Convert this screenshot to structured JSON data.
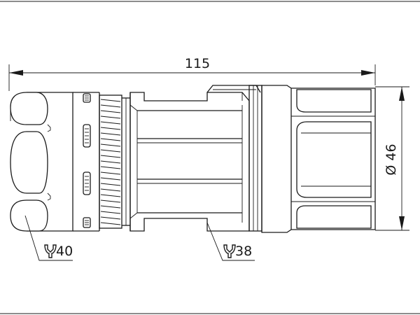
{
  "dimensions": {
    "overall_length": "115",
    "diameter": "Ø 46"
  },
  "wrench_sizes": {
    "front_nut": "40",
    "body": "38"
  },
  "icons": {
    "wrench": "wrench-icon"
  }
}
